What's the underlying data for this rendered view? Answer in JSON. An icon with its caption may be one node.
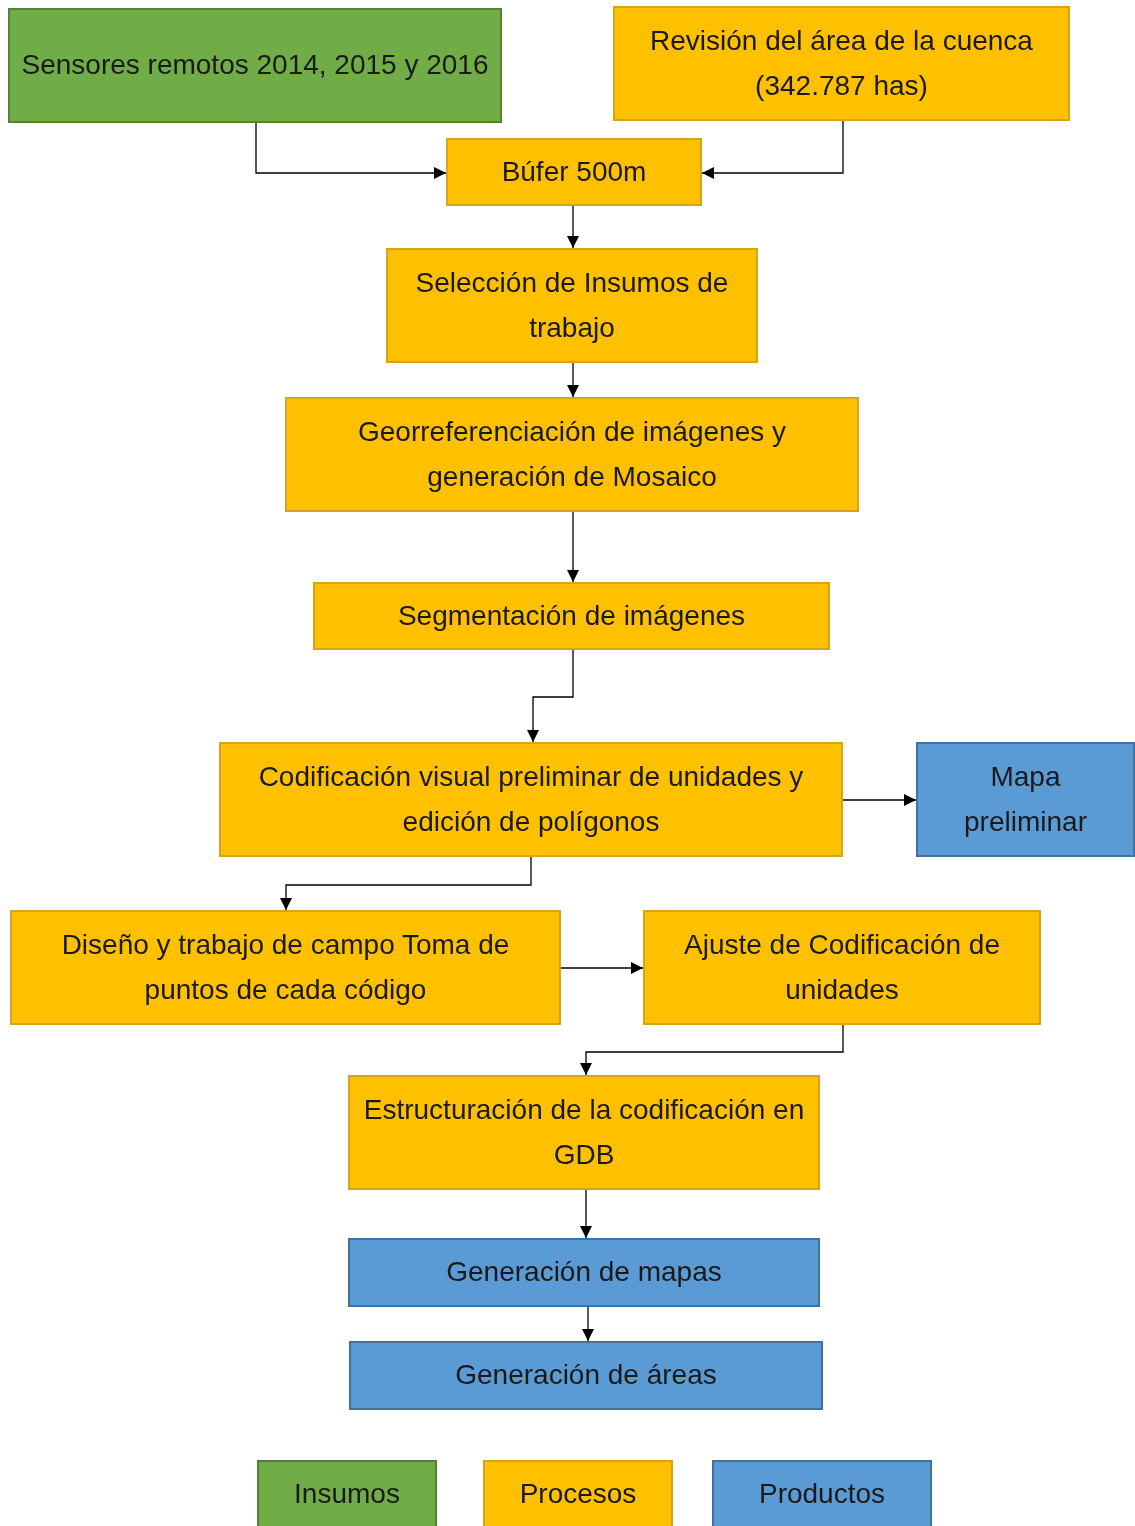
{
  "diagram": {
    "nodes": [
      {
        "text": [
          "Sensores remotos 2014, 2015 y 2016"
        ]
      },
      {
        "text": [
          "Revisión del área de la cuenca (342.787 has)"
        ]
      },
      {
        "text": [
          "Búfer 500m"
        ]
      },
      {
        "text": [
          "Selección de Insumos de trabajo"
        ]
      },
      {
        "text": [
          "Georreferenciación de imágenes y generación de Mosaico"
        ]
      },
      {
        "text": [
          "Segmentación de imágenes"
        ]
      },
      {
        "text": [
          "Codificación visual preliminar de unidades y edición de polígonos"
        ]
      },
      {
        "text": [
          "Mapa preliminar"
        ]
      },
      {
        "text": [
          "Diseño y trabajo de campo Toma de puntos de cada código"
        ]
      },
      {
        "text": [
          "Ajuste de Codificación de unidades"
        ]
      },
      {
        "text": [
          "Estructuración de la codificación en GDB"
        ]
      },
      {
        "text": [
          "Generación de mapas"
        ]
      },
      {
        "text": [
          "Generación de áreas"
        ]
      }
    ],
    "edges": [
      {
        "from": 0,
        "to": 2,
        "arrow": "to"
      },
      {
        "from": 1,
        "to": 2,
        "arrow": "to"
      },
      {
        "from": 2,
        "to": 3,
        "arrow": "to"
      },
      {
        "from": 3,
        "to": 4,
        "arrow": "to"
      },
      {
        "from": 4,
        "to": 5,
        "arrow": "to"
      },
      {
        "from": 5,
        "to": 6,
        "arrow": "to"
      },
      {
        "from": 6,
        "to": 7,
        "arrow": "to"
      },
      {
        "from": 6,
        "to": 8,
        "arrow": "to"
      },
      {
        "from": 8,
        "to": 9,
        "arrow": "to"
      },
      {
        "from": 9,
        "to": 10,
        "arrow": "to"
      },
      {
        "from": 10,
        "to": 11,
        "arrow": "to"
      },
      {
        "from": 11,
        "to": 12,
        "arrow": "to"
      }
    ],
    "legend": [
      {
        "text": "Insumos",
        "color": "#70ad47"
      },
      {
        "text": "Procesos",
        "color": "#ffc000"
      },
      {
        "text": "Productos",
        "color": "#5b9bd5"
      }
    ]
  }
}
